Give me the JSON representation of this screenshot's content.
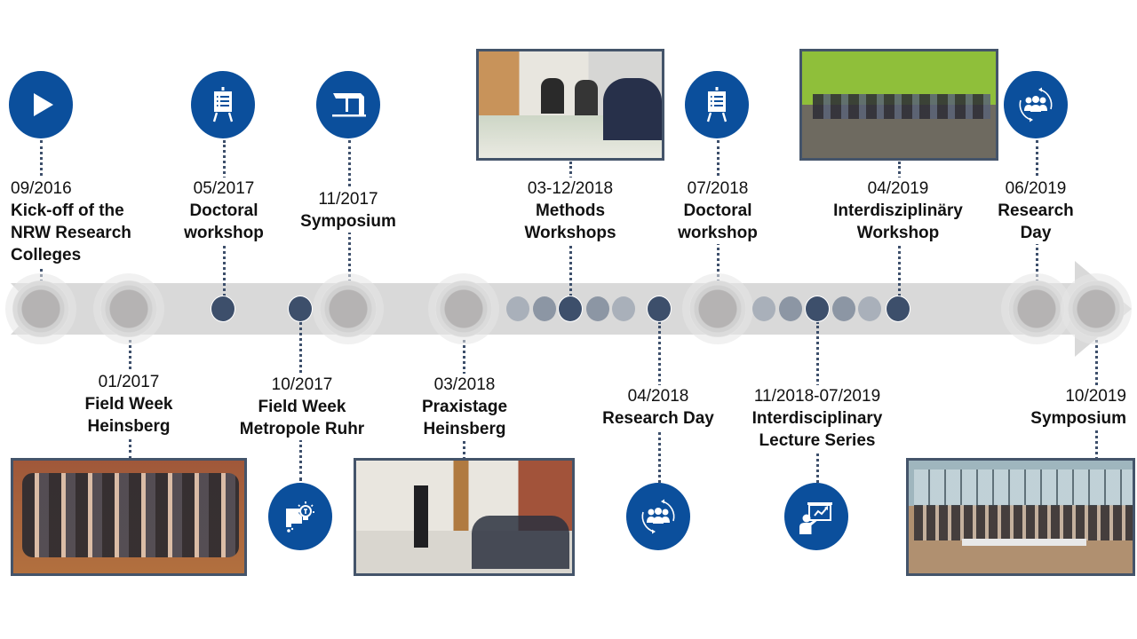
{
  "timeline": {
    "colors": {
      "icon_blue": "#0b4f9c",
      "dot_dark": "#3d4f6b",
      "dot_mid": "#8c96a4",
      "dot_light": "#a9b0ba",
      "band_gray": "#d9d9d9",
      "milestone_core": "#7a7575",
      "photo_border": "#44546a"
    },
    "events_top": [
      {
        "date": "09/2016",
        "title": "Kick-off of the\nNRW Research\nColleges",
        "icon": "play-icon"
      },
      {
        "date": "05/2017",
        "title": "Doctoral\nworkshop",
        "icon": "easel-presentation-icon"
      },
      {
        "date": "11/2017",
        "title": "Symposium",
        "icon": "building-icon"
      },
      {
        "date": "03-12/2018",
        "title": "Methods\nWorkshops",
        "icon": "photo-methods-workshop"
      },
      {
        "date": "07/2018",
        "title": "Doctoral\nworkshop",
        "icon": "easel-presentation-icon"
      },
      {
        "date": "04/2019",
        "title": "Interdisziplinäry\nWorkshop",
        "icon": "photo-outdoor-workshop"
      },
      {
        "date": "06/2019",
        "title": "Research\nDay",
        "icon": "group-cycle-icon"
      }
    ],
    "events_bottom": [
      {
        "date": "01/2017",
        "title": "Field Week\nHeinsberg",
        "icon": "photo-group"
      },
      {
        "date": "10/2017",
        "title": "Field Week\nMetropole Ruhr",
        "icon": "idea-bulb-icon"
      },
      {
        "date": "03/2018",
        "title": "Praxistage\nHeinsberg",
        "icon": "photo-presentation"
      },
      {
        "date": "04/2018",
        "title": "Research Day",
        "icon": "group-cycle-icon"
      },
      {
        "date": "11/2018-07/2019",
        "title": "Interdisciplinary\nLecture Series",
        "icon": "lecture-chart-icon"
      },
      {
        "date": "10/2019",
        "title": "Symposium",
        "icon": "photo-auditorium"
      }
    ]
  }
}
